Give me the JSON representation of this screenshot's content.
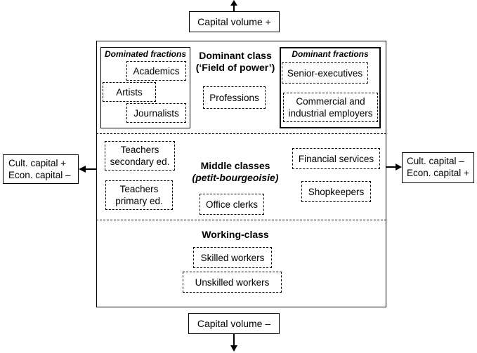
{
  "axes": {
    "top": "Capital volume +",
    "bottom": "Capital volume –",
    "left": [
      "Cult. capital +",
      "Econ. capital –"
    ],
    "right": [
      "Cult. capital –",
      "Econ. capital +"
    ]
  },
  "dominant": {
    "title_line1": "Dominant class",
    "title_line2": "(‘Field of power’)",
    "dominated_fractions": {
      "header": "Dominated fractions",
      "items": [
        "Academics",
        "Artists",
        "Journalists"
      ]
    },
    "dominant_fractions": {
      "header": "Dominant fractions",
      "items": [
        "Senior-executives",
        "Commercial and industrial employers"
      ]
    },
    "professions": "Professions"
  },
  "middle": {
    "title_line1": "Middle classes",
    "title_line2": "(petit-bourgeoisie)",
    "items": {
      "teachers_secondary": [
        "Teachers",
        "secondary ed."
      ],
      "teachers_primary": [
        "Teachers",
        "primary ed."
      ],
      "office_clerks": "Office clerks",
      "financial_services": "Financial services",
      "shopkeepers": "Shopkeepers"
    }
  },
  "working": {
    "title": "Working-class",
    "items": [
      "Skilled workers",
      "Unskilled workers"
    ]
  }
}
